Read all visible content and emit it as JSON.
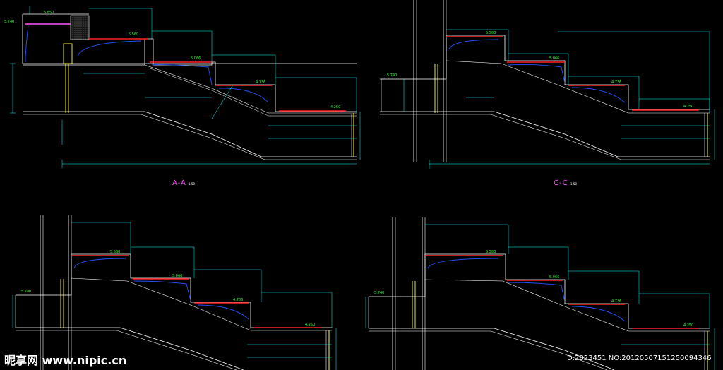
{
  "colors": {
    "background": "#000000",
    "structure": "#ffffff",
    "dimension": "#00ffff",
    "waterline": "#ff2222",
    "profile": "#2255ff",
    "column": "#ffff33",
    "level": "#33ff33",
    "section_title": "#ff55ff",
    "magenta": "#ff55ff"
  },
  "sections": [
    {
      "id": "A-A",
      "title": "A-A",
      "scale": "1:50",
      "levels": [
        "5.740",
        "5.850",
        "5.560",
        "5.066",
        "4.736",
        "4.250"
      ]
    },
    {
      "id": "C-C",
      "title": "C-C",
      "scale": "1:50",
      "levels": [
        "5.740",
        "5.500",
        "5.066",
        "4.736",
        "4.250"
      ]
    },
    {
      "id": "lower-left",
      "title": "",
      "scale": "",
      "levels": [
        "5.740",
        "5.500",
        "5.066",
        "4.736",
        "4.250"
      ]
    },
    {
      "id": "lower-right",
      "title": "",
      "scale": "",
      "levels": [
        "5.740",
        "5.500",
        "5.066",
        "4.736",
        "4.250"
      ]
    }
  ],
  "watermark": {
    "brand": "昵享网 www.nipic.cn",
    "id_text": "ID:2823451 NO:20120507151250094346"
  }
}
